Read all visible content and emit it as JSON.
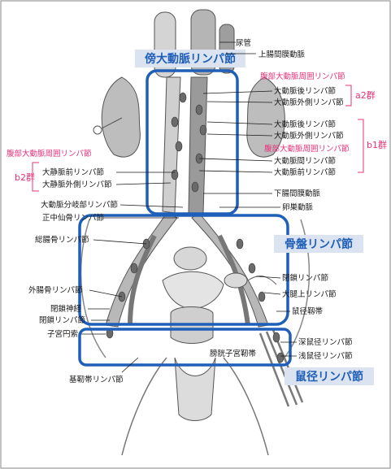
{
  "regions": {
    "para_aortic": "傍大動脈リンパ節",
    "pelvic": "骨盤リンパ節",
    "inguinal": "鼠径リンパ節"
  },
  "groups": {
    "a2": "a2群",
    "b1": "b1群",
    "b2": "b2群"
  },
  "labels": {
    "ureter": "尿管",
    "sup_mesenteric_a": "上腸間膜動脈",
    "paraaortic_area_1": "腹部大動脈周囲リンパ節",
    "retrocaval_1": "大動脈後リンパ節",
    "lat_aortic_1": "大動脈外側リンパ節",
    "retrocaval_2": "大動脈後リンパ節",
    "lat_aortic_2": "大動脈外側リンパ節",
    "paraaortic_area_2": "腹部大動脈周囲リンパ節",
    "interaortocaval": "大動脈間リンパ節",
    "preaortic": "大動脈前リンパ節",
    "paraaortic_area_3": "腹部大動脈周囲リンパ節",
    "precaval": "大静脈前リンパ節",
    "lat_caval": "大静脈外側リンパ節",
    "inf_mesenteric_a": "下腸間膜動脈",
    "aortic_bifurcation": "大動脈分岐部リンパ節",
    "ovarian_a": "卵巣動脈",
    "median_sacral": "正中仙骨リンパ節",
    "common_iliac": "総腸骨リンパ節",
    "obturator_ln": "閉鎖リンパ節",
    "suprainguinal": "大腿上リンパ節",
    "ext_iliac": "外腸骨リンパ節",
    "inguinal_lig": "鼠径靱帯",
    "obturator_n": "閉鎖神経",
    "obturator_ln_2": "閉鎖リンパ節",
    "round_lig": "子宮円索",
    "deep_inguinal": "深鼠径リンパ節",
    "superficial_inguinal": "浅鼠径リンパ節",
    "cardinal_lig": "膀胱子宮靭帯",
    "basal_lig": "基靭帯リンパ節"
  },
  "colors": {
    "region_blue": "#1f5fb8",
    "region_label_bg": "#dbe3f0",
    "pink": "#e8317a",
    "ink": "#1a1a1a",
    "anatomy_fill": "#c9c9c9",
    "anatomy_dark": "#6d6d6d"
  }
}
